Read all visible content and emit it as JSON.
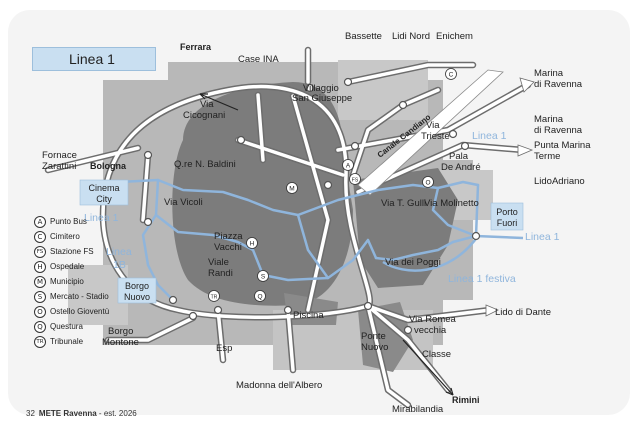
{
  "title": "Linea 1",
  "footer": {
    "page_number": "32",
    "brand": "METE Ravenna",
    "edition": " - est. 2026"
  },
  "colors": {
    "background": "#f4f4f4",
    "district_fill": "#a9a9a9",
    "city_core": "#7c7c7c",
    "road": "#ffffff",
    "road_outline": "#6d6d6d",
    "bus_line": "#8fb5dc",
    "label_box": "#c9dff1"
  },
  "directions": {
    "ferrara": "Ferrara",
    "bologna": "Bologna",
    "rimini": "Rimini"
  },
  "places": {
    "case_ina": "Case INA",
    "bassette": "Bassette",
    "lidi_nord": "Lidi Nord",
    "enichem": "Enichem",
    "villaggio_1": "Villaggio",
    "villaggio_2": "San Giuseppe",
    "via_cicognani_1": "Via",
    "via_cicognani_2": "Cicognani",
    "marina_1a": "Marina",
    "marina_1b": "di Ravenna",
    "marina_2a": "Marina",
    "marina_2b": "di Ravenna",
    "punta_a": "Punta Marina",
    "punta_b": "Terme",
    "lido_adriano": "LidoAdriano",
    "canale": "Canale Candiano",
    "via_trieste_1": "Via",
    "via_trieste_2": "Trieste",
    "pala_1": "Pala",
    "pala_2": "De André",
    "fornace_1": "Fornace",
    "fornace_2": "Zarattini",
    "baldini": "Q.re N. Baldini",
    "via_vicoli": "Via Vicoli",
    "via_gulli": "Via T. Gulli",
    "via_molinetto": "Via Molinetto",
    "piazza_1": "Piazza",
    "piazza_2": "Vacchi",
    "viale_1": "Viale",
    "viale_2": "Randi",
    "via_poggi": "Via dei Poggi",
    "piscina": "Piscina",
    "ponte_1": "Ponte",
    "ponte_2": "Nuovo",
    "via_romea_1": "Via Romea",
    "via_romea_2": "vecchia",
    "classe": "Classe",
    "lido_dante": "Lido di Dante",
    "borgo_montone_1": "Borgo",
    "borgo_montone_2": "Montone",
    "esp": "Esp",
    "madonna": "Madonna dell'Albero",
    "mirabilandia": "Mirabilandia"
  },
  "boxed_labels": {
    "cinema_1": "Cinema",
    "cinema_2": "City",
    "borgo_nuovo_1": "Borgo",
    "borgo_nuovo_2": "Nuovo",
    "porto_1": "Porto",
    "porto_2": "Fuori"
  },
  "line_labels": {
    "l1_top": "Linea 1",
    "l1_left": "Linea 1",
    "l1b_1": "Linea",
    "l1b_2": "1B",
    "l1_right": "Linea 1",
    "l1_festiva": "Linea 1 festiva"
  },
  "legend": [
    {
      "symbol": "A",
      "label": "Punto Bus"
    },
    {
      "symbol": "C",
      "label": "Cimitero"
    },
    {
      "symbol": "FS",
      "label": "Stazione FS"
    },
    {
      "symbol": "H",
      "label": "Ospedale"
    },
    {
      "symbol": "M",
      "label": "Municipio"
    },
    {
      "symbol": "S",
      "label": "Mercato - Stadio"
    },
    {
      "symbol": "O",
      "label": "Ostello Gioventù"
    },
    {
      "symbol": "Q",
      "label": "Questura"
    },
    {
      "symbol": "TR",
      "label": "Tribunale"
    }
  ],
  "map_symbols": {
    "a": "A",
    "c": "C",
    "fs": "FS",
    "h": "H",
    "m": "M",
    "s": "S",
    "o": "O",
    "q": "Q",
    "tr": "TR"
  }
}
